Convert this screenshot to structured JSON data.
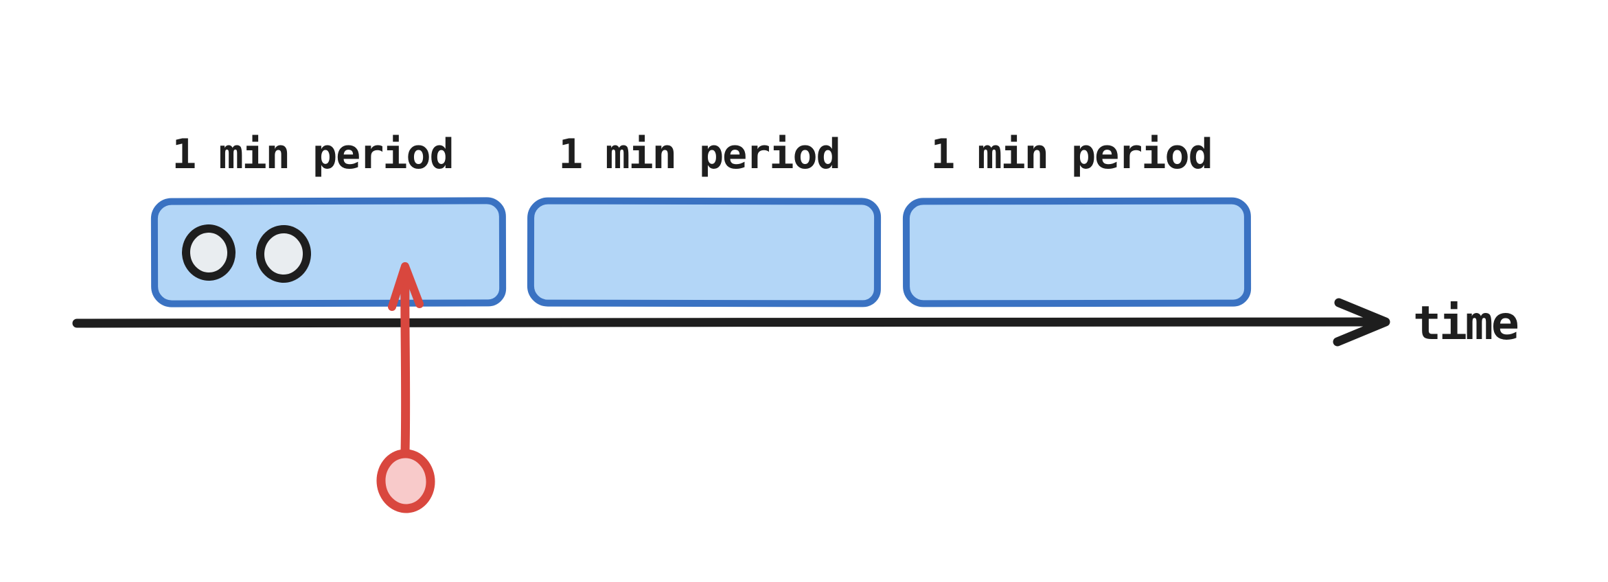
{
  "diagram": {
    "timeline": {
      "axis_label": "time"
    },
    "periods": [
      {
        "label": "1 min period",
        "event_count": 2
      },
      {
        "label": "1 min period",
        "event_count": 0
      },
      {
        "label": "1 min period",
        "event_count": 0
      }
    ],
    "icons": {
      "event_dot": "outlined-circle",
      "timeline_arrow": "arrow-right",
      "event_marker_arrow": "arrow-up",
      "event_marker_dot": "outlined-circle"
    }
  },
  "colors": {
    "background": "#ffffff",
    "ink": "#1e1e1e",
    "box_border": "#3a72c2",
    "box_fill": "#b3d6f7",
    "event_dot_fill": "#e9edf0",
    "marker_red": "#d9473e",
    "marker_dot_fill": "#f8caca"
  }
}
